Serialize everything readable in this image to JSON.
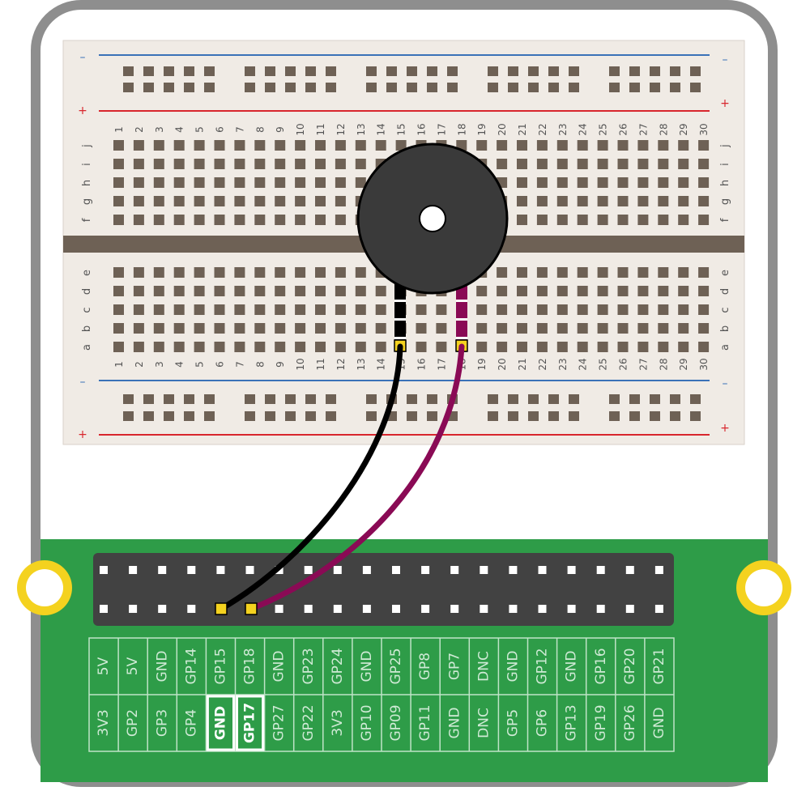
{
  "breadboard": {
    "rows_top": [
      "f",
      "g",
      "h",
      "i",
      "j"
    ],
    "rows_bottom": [
      "a",
      "b",
      "c",
      "d",
      "e"
    ],
    "columns": [
      "1",
      "2",
      "3",
      "4",
      "5",
      "6",
      "7",
      "8",
      "9",
      "10",
      "11",
      "12",
      "13",
      "14",
      "15",
      "16",
      "17",
      "18",
      "19",
      "20",
      "21",
      "22",
      "23",
      "24",
      "25",
      "26",
      "27",
      "28",
      "29",
      "30"
    ],
    "rail_minus": "–",
    "rail_plus": "+",
    "colors": {
      "board": "#f0ebe5",
      "hole": "#6e6155",
      "divider": "#6e6155",
      "rail_blue": "#3a72b8",
      "rail_red": "#d8262d",
      "label": "#555555"
    }
  },
  "buzzer": {
    "name": "piezo-buzzer",
    "color": "#3a3a3a",
    "legs": [
      {
        "column": "15",
        "color": "#000000"
      },
      {
        "column": "18",
        "color": "#8a0a55"
      }
    ]
  },
  "wires": [
    {
      "name": "black-wire",
      "from": "a15",
      "to": "GND",
      "color": "#000000"
    },
    {
      "name": "magenta-wire",
      "from": "a18",
      "to": "GP17",
      "color": "#8a0a55"
    }
  ],
  "pico": {
    "pcb_color": "#2e9c48",
    "header_color": "#424242",
    "mount_ring_color": "#f4d21f",
    "top_row_labels": [
      "5V",
      "5V",
      "GND",
      "GP14",
      "GP15",
      "GP18",
      "GND",
      "GP23",
      "GP24",
      "GND",
      "GP25",
      "GP8",
      "GP7",
      "DNC",
      "GND",
      "GP12",
      "GND",
      "GP16",
      "GP20",
      "GP21"
    ],
    "bottom_row_labels": [
      "3V3",
      "GP2",
      "GP3",
      "GP4",
      "GND",
      "GP17",
      "GP27",
      "GP22",
      "3V3",
      "GP10",
      "GP09",
      "GP11",
      "GND",
      "DNC",
      "GP5",
      "GP6",
      "GP13",
      "GP19",
      "GP26",
      "GND"
    ],
    "highlighted": [
      "GND",
      "GP17"
    ]
  }
}
